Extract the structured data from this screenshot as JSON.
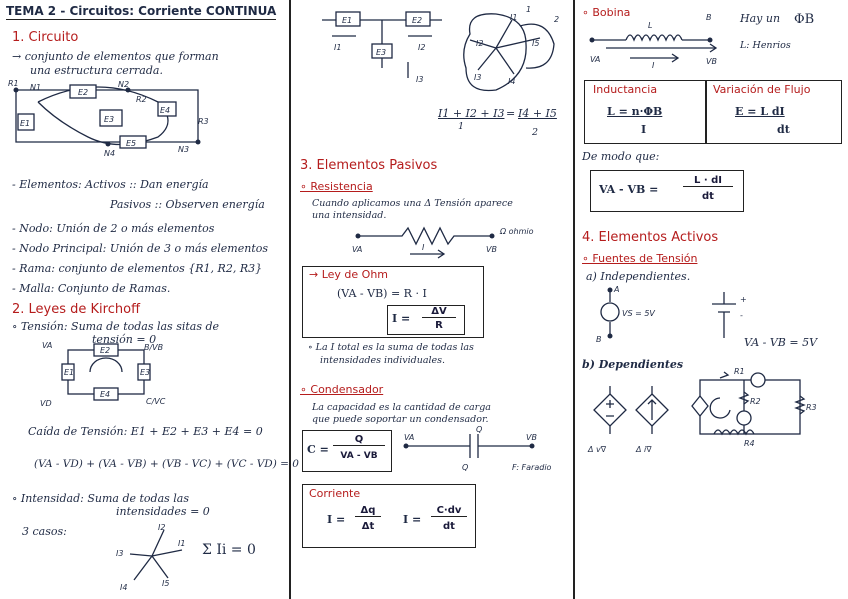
{
  "title": "TEMA 2 - Circuitos: Corriente CONTINUA",
  "col1": {
    "circuito_heading": "1. Circuito",
    "circuito_def_1": "→ conjunto de elementos que forman",
    "circuito_def_2": "una estructura cerrada.",
    "circuit_labels": {
      "r1": "R1",
      "n1": "N1",
      "n2": "N2",
      "r2": "R2",
      "r3": "R3",
      "n3": "N3",
      "n4": "N4",
      "e1": "E1",
      "e2": "E2",
      "e3": "E3",
      "e4": "E4",
      "e5": "E5"
    },
    "elementos_1": "- Elementos: Activos :: Dan energía",
    "elementos_2": "Pasivos :: Observen energía",
    "nodo": "- Nodo: Unión de 2 o más elementos",
    "nodo_principal": "- Nodo Principal: Unión de 3 o más elementos",
    "rama": "- Rama: conjunto de elementos {R1, R2, R3}",
    "malla": "- Malla: Conjunto de Ramas.",
    "leyes_heading": "2. Leyes de Kirchoff",
    "tension_1": "∘ Tensión: Suma de todas las sitas de",
    "tension_2": "tensión = 0",
    "kvl_labels": {
      "va": "VA",
      "vb": "B/VB",
      "vc": "C/VC",
      "vd": "VD",
      "e1": "E1",
      "e2": "E2",
      "e3": "E3",
      "e4": "E4"
    },
    "caida": "Caída de Tensión: E1 + E2 + E3 + E4 = 0",
    "caida_eq": "(VA - VD) + (VA - VB) + (VB - VC) + (VC - VD) = 0",
    "intensidad_1": "∘ Intensidad: Suma de todas las",
    "intensidad_2": "intensidades = 0",
    "casos": "3 casos:",
    "casos_labels": {
      "i1": "I1",
      "i2": "I2",
      "i3": "I3",
      "i4": "I4",
      "i5": "I5"
    },
    "sum_eq": "Σ Ii = 0"
  },
  "col2": {
    "top_labels": {
      "e1": "E1",
      "e2": "E2",
      "e3": "E3",
      "i1": "I1",
      "i2": "I2",
      "i3": "I3"
    },
    "blob_labels": {
      "i1": "I1",
      "i2": "I2",
      "i3": "I3",
      "i4": "I4",
      "i5": "I5",
      "one": "1",
      "two": "2"
    },
    "kcl_eq_left": "I1 + I2 + I3",
    "kcl_eq_right": "I4 + I5",
    "kcl_n1": "1",
    "kcl_n2": "2",
    "pasivos_heading": "3. Elementos Pasivos",
    "resistencia_heading": "∘ Resistencia",
    "resistencia_1": "Cuando aplicamos una Δ Tensión aparece",
    "resistencia_2": "una intensidad.",
    "res_labels": {
      "va": "VA",
      "vb": "VB",
      "i": "I",
      "ohmio": "Ω ohmio"
    },
    "ohm_heading": "→ Ley de Ohm",
    "ohm_eq": "(VA - VB) = R · I",
    "ohm_i": "I =",
    "ohm_num": "ΔV",
    "ohm_den": "R",
    "itotal_1": "∘ La I total es la suma de todas las",
    "itotal_2": "intensidades individuales.",
    "condensador_heading": "∘ Condensador",
    "cond_1": "La capacidad es la cantidad de carga",
    "cond_2": "que puede soportar un condensador.",
    "cond_c": "C =",
    "cond_num": "Q",
    "cond_den": "VA - VB",
    "cond_labels": {
      "va": "VA",
      "vb": "VB",
      "q1": "Q",
      "q2": "Q",
      "faradio": "F: Faradio"
    },
    "corriente_heading": "Corriente",
    "corr_i1": "I =",
    "corr_num1": "Δq",
    "corr_den1": "Δt",
    "corr_i2": "I =",
    "corr_num2": "C·dv",
    "corr_den2": "dt"
  },
  "col3": {
    "bobina_heading": "∘ Bobina",
    "bobina_labels": {
      "l": "L",
      "b": "B",
      "va": "VA",
      "vb": "VB",
      "i": "I"
    },
    "hay": "Hay un",
    "phi": "ΦB",
    "henrios": "L: Henrios",
    "inductancia_heading": "Inductancia",
    "inductancia_eq": "L = n·ΦB",
    "inductancia_den": "I",
    "flujo_heading": "Variación de Flujo",
    "flujo_eq": "E = L dI",
    "flujo_den": "dt",
    "demodo": "De modo que:",
    "demodo_eq": "VA - VB =",
    "demodo_num": "L · dI",
    "demodo_den": "dt",
    "activos_heading": "4. Elementos Activos",
    "fuentes_heading": "∘ Fuentes de Tensión",
    "indep_heading": "a) Independientes.",
    "indep_labels": {
      "a": "A",
      "b": "B",
      "vs": "VS = 5V",
      "plus": "+",
      "minus": "-"
    },
    "indep_eq": "VA - VB = 5V",
    "dep_heading": "b) Dependientes",
    "dep_labels": {
      "dv": "Δ v∇",
      "di": "Δ i∇",
      "r1": "R1",
      "r2": "R2",
      "r3": "R3",
      "r4": "R4"
    }
  }
}
